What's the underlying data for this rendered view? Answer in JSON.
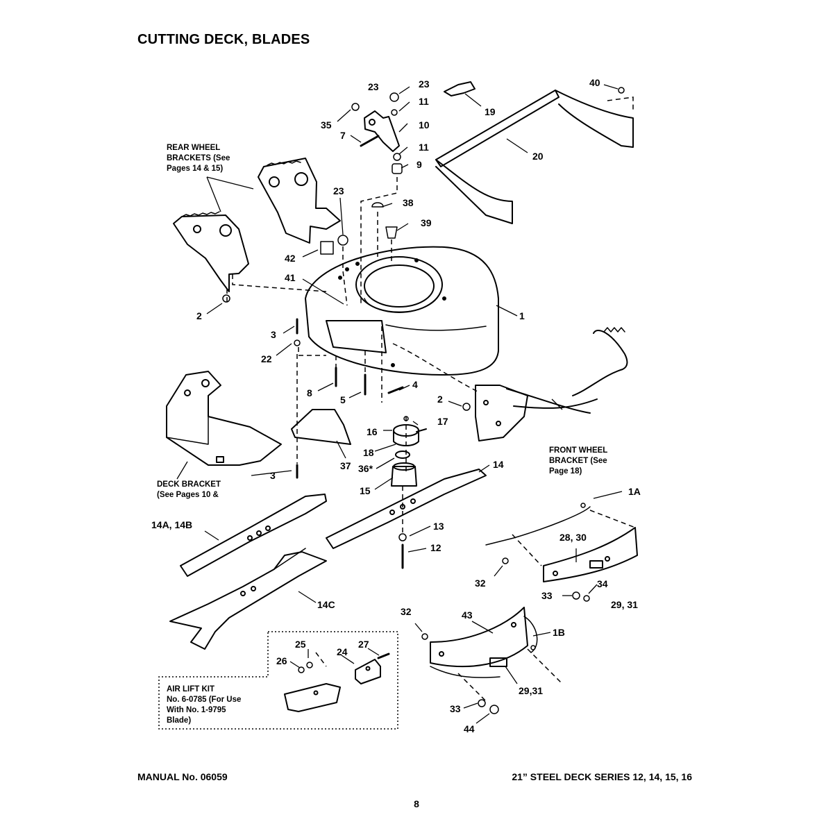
{
  "page": {
    "title": "CUTTING DECK, BLADES",
    "footer_left": "MANUAL No. 06059",
    "footer_right": "21” STEEL DECK SERIES 12, 14, 15, 16",
    "page_number": "8"
  },
  "callouts": {
    "c1": "1",
    "c1a": "1A",
    "c1b": "1B",
    "c2a": "2",
    "c2b": "2",
    "c3a": "3",
    "c3b": "3",
    "c4": "4",
    "c5": "5",
    "c7": "7",
    "c8": "8",
    "c9": "9",
    "c10": "10",
    "c11a": "11",
    "c11b": "11",
    "c12": "12",
    "c13": "13",
    "c14": "14",
    "c14ab": "14A, 14B",
    "c14c": "14C",
    "c15": "15",
    "c16": "16",
    "c17": "17",
    "c18": "18",
    "c19": "19",
    "c20": "20",
    "c22": "22",
    "c23a": "23",
    "c23b": "23",
    "c23c": "23",
    "c24": "24",
    "c25": "25",
    "c26": "26",
    "c27": "27",
    "c2830": "28, 30",
    "c2931a": "29, 31",
    "c2931b": "29,31",
    "c32a": "32",
    "c32b": "32",
    "c33a": "33",
    "c33b": "33",
    "c34": "34",
    "c35": "35",
    "c36": "36*",
    "c37": "37",
    "c38": "38",
    "c39": "39",
    "c40": "40",
    "c41": "41",
    "c42": "42",
    "c43": "43",
    "c44": "44"
  },
  "notes": {
    "rear_wheel": [
      "REAR WHEEL",
      "BRACKETS (See",
      "Pages 14 & 15)"
    ],
    "front_wheel": [
      "FRONT WHEEL",
      "BRACKET (See",
      "Page 18)"
    ],
    "deck_bracket": [
      "DECK BRACKET",
      "(See Pages 10 &"
    ],
    "air_lift": [
      "AIR LIFT KIT",
      "No. 6-0785 (For Use",
      "With No. 1-9795",
      "Blade)"
    ]
  }
}
